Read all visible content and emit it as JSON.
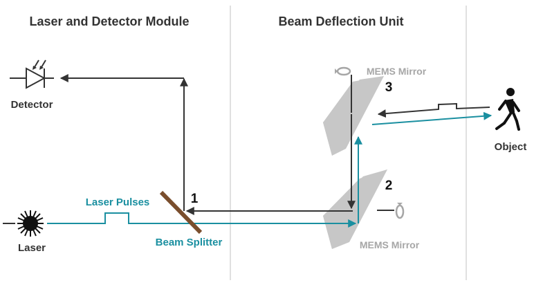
{
  "sections": {
    "left_title": "Laser and Detector Module",
    "right_title": "Beam Deflection Unit"
  },
  "labels": {
    "detector": "Detector",
    "laser": "Laser",
    "laser_pulses": "Laser Pulses",
    "beam_splitter": "Beam Splitter",
    "mems_mirror_top": "MEMS Mirror",
    "mems_mirror_bottom": "MEMS Mirror",
    "object": "Object",
    "num_1": "1",
    "num_2": "2",
    "num_3": "3"
  },
  "colors": {
    "beam_emitted": "#1a8fa0",
    "beam_return": "#333333",
    "mirror": "#c7c7c7",
    "beam_splitter": "#7a4e2d",
    "divider": "#d6d6d6"
  },
  "icons": [
    "photodiode-icon",
    "laser-source-icon",
    "rotation-arrow-icon",
    "walking-person-icon"
  ]
}
